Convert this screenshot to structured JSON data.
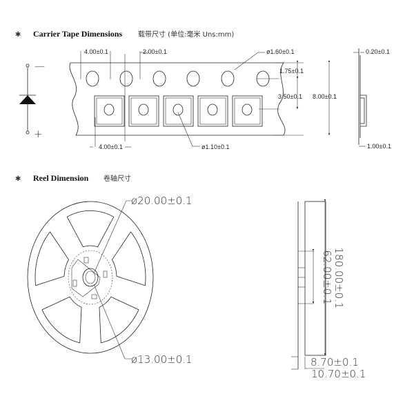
{
  "section_tape": {
    "bullet": "✱",
    "title": "Carrier Tape Dimensions",
    "subtitle": "载带尺寸 (单位:毫米 Uns:mm)"
  },
  "tape_dims": {
    "pitch_top": "4.00±0.1",
    "hole_to_pocket": "2.00±0.1",
    "sprocket_diameter": "ø1.60±0.1",
    "edge_to_hole": "1.75±0.1",
    "hole_to_pocket_center": "3.50±0.1",
    "tape_width": "8.00±0.1",
    "pitch_bottom": "4.00±0.1",
    "pocket_hole_diameter": "ø1.10±0.1",
    "thickness": "0.20±0.1",
    "pocket_depth": "1.00±0.1"
  },
  "diode": {
    "minus": "—",
    "plus": "+"
  },
  "section_reel": {
    "bullet": "✱",
    "title": "Reel Dimension",
    "subtitle": "卷轴尺寸"
  },
  "reel_dims": {
    "hub_outer": "ø20.00±0.1",
    "arbor_hole": "ø13.00±0.1",
    "hub_diameter": "62.00±0.1",
    "reel_diameter": "180.00±0.1",
    "inner_width": "8.70±0.1",
    "outer_width": "10.70±0.1"
  }
}
